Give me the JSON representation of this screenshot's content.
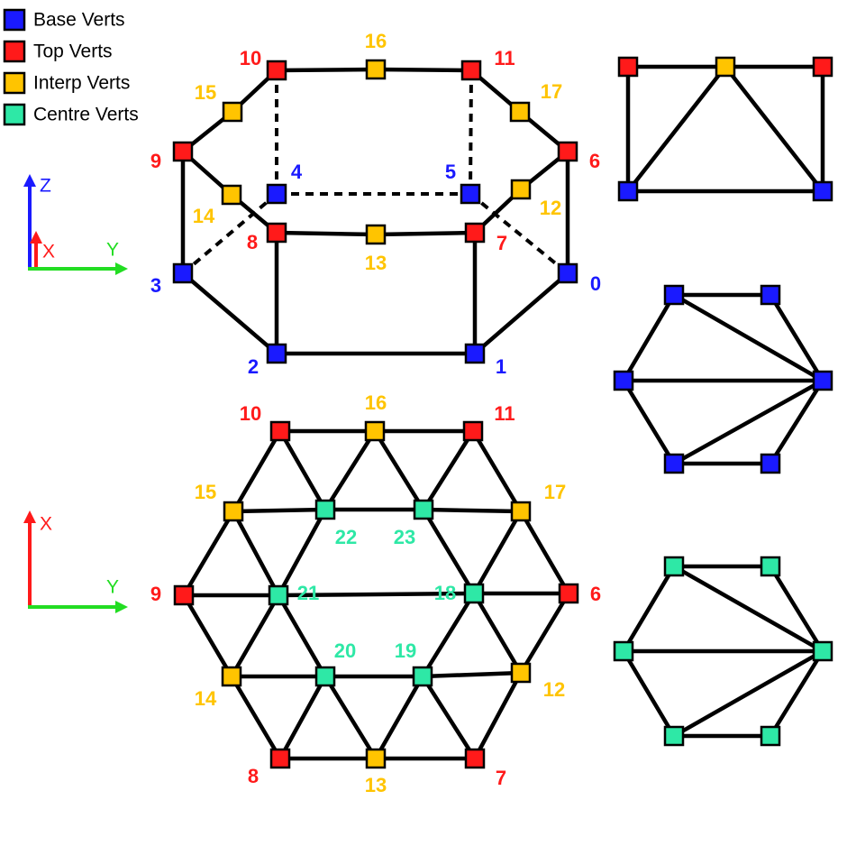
{
  "colors": {
    "base": "#1a1aff",
    "top": "#ff1a1a",
    "interp": "#ffc400",
    "centre": "#2ee8a6",
    "axis_x": "#ff1a1a",
    "axis_y": "#22dd22",
    "axis_z": "#1a1aff"
  },
  "legend": [
    {
      "type": "base",
      "label": "Base Verts"
    },
    {
      "type": "top",
      "label": "Top Verts"
    },
    {
      "type": "interp",
      "label": "Interp Verts"
    },
    {
      "type": "centre",
      "label": "Centre Verts"
    }
  ],
  "axes_top": {
    "vertical": "Z",
    "x": "X",
    "y": "Y"
  },
  "axes_bottom": {
    "vertical": "X",
    "y": "Y"
  },
  "prism_3d": {
    "vertices": [
      {
        "id": "0",
        "type": "base"
      },
      {
        "id": "1",
        "type": "base"
      },
      {
        "id": "2",
        "type": "base"
      },
      {
        "id": "3",
        "type": "base"
      },
      {
        "id": "4",
        "type": "base"
      },
      {
        "id": "5",
        "type": "base"
      },
      {
        "id": "6",
        "type": "top"
      },
      {
        "id": "7",
        "type": "top"
      },
      {
        "id": "8",
        "type": "top"
      },
      {
        "id": "9",
        "type": "top"
      },
      {
        "id": "10",
        "type": "top"
      },
      {
        "id": "11",
        "type": "top"
      },
      {
        "id": "12",
        "type": "interp"
      },
      {
        "id": "13",
        "type": "interp"
      },
      {
        "id": "14",
        "type": "interp"
      },
      {
        "id": "15",
        "type": "interp"
      },
      {
        "id": "16",
        "type": "interp"
      },
      {
        "id": "17",
        "type": "interp"
      }
    ]
  },
  "top_view": {
    "vertices": [
      {
        "id": "6",
        "type": "top"
      },
      {
        "id": "7",
        "type": "top"
      },
      {
        "id": "8",
        "type": "top"
      },
      {
        "id": "9",
        "type": "top"
      },
      {
        "id": "10",
        "type": "top"
      },
      {
        "id": "11",
        "type": "top"
      },
      {
        "id": "12",
        "type": "interp"
      },
      {
        "id": "13",
        "type": "interp"
      },
      {
        "id": "14",
        "type": "interp"
      },
      {
        "id": "15",
        "type": "interp"
      },
      {
        "id": "16",
        "type": "interp"
      },
      {
        "id": "17",
        "type": "interp"
      },
      {
        "id": "18",
        "type": "centre"
      },
      {
        "id": "19",
        "type": "centre"
      },
      {
        "id": "20",
        "type": "centre"
      },
      {
        "id": "21",
        "type": "centre"
      },
      {
        "id": "22",
        "type": "centre"
      },
      {
        "id": "23",
        "type": "centre"
      }
    ]
  },
  "side_quad": {
    "vertex_types": [
      "top",
      "interp",
      "top",
      "base",
      "base"
    ]
  },
  "base_hexagon": {
    "vertex_type": "base"
  },
  "centre_hexagon": {
    "vertex_type": "centre"
  }
}
